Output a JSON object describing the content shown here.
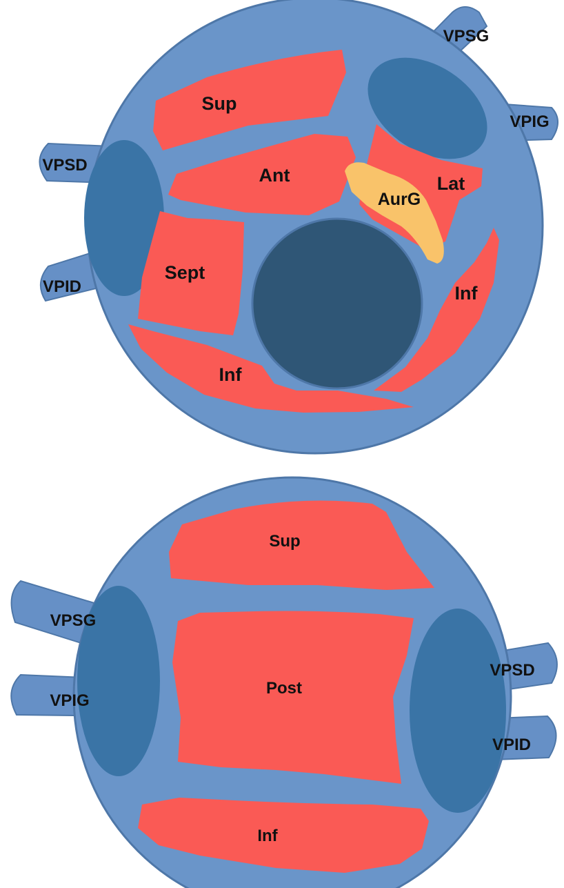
{
  "colors": {
    "atrium_fill": "#6A95C9",
    "atrium_stroke": "#4E77A8",
    "vein_fill": "#6690C6",
    "vein_ostium": "#3A74A6",
    "wall_region": "#FA5A55",
    "appendage": "#F9C36A",
    "valve": "#2F5676"
  },
  "top_diagram": {
    "veins": {
      "vpsg": "VPSG",
      "vpig": "VPIG",
      "vpsd": "VPSD",
      "vpid": "VPID"
    },
    "regions": {
      "sup": "Sup",
      "ant": "Ant",
      "lat": "Lat",
      "aurg": "AurG",
      "sept": "Sept",
      "inf_right": "Inf",
      "inf_bottom": "Inf"
    }
  },
  "bottom_diagram": {
    "veins": {
      "vpsg": "VPSG",
      "vpig": "VPIG",
      "vpsd": "VPSD",
      "vpid": "VPID"
    },
    "regions": {
      "sup": "Sup",
      "post": "Post",
      "inf": "Inf"
    }
  }
}
